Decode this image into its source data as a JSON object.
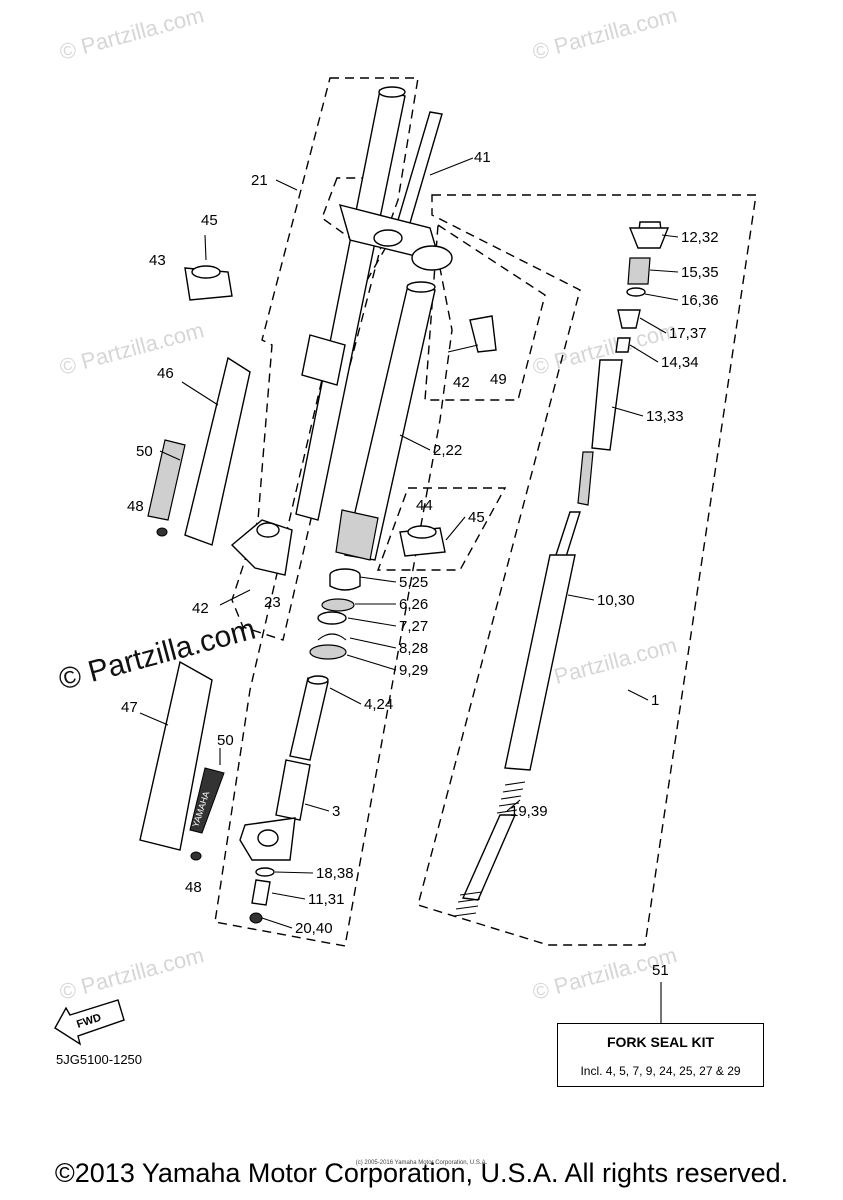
{
  "diagram": {
    "code": "5JG5100-1250",
    "copyright": "©2013 Yamaha Motor Corporation, U.S.A. All rights reserved.",
    "tiny_credit": "(c) 2005-2016 Yamaha Motor Corporation, U.S.A.",
    "watermark": "© Partzilla.com",
    "fwd_label": "FWD",
    "decal_text": "YAMAHA"
  },
  "kit": {
    "number": "51",
    "title": "FORK SEAL KIT",
    "includes": "Incl. 4, 5, 7, 9, 24, 25, 27 & 29"
  },
  "callouts": [
    {
      "id": "c21",
      "text": "21"
    },
    {
      "id": "c41",
      "text": "41"
    },
    {
      "id": "c45a",
      "text": "45"
    },
    {
      "id": "c43",
      "text": "43"
    },
    {
      "id": "c12",
      "text": "12,32"
    },
    {
      "id": "c15",
      "text": "15,35"
    },
    {
      "id": "c16",
      "text": "16,36"
    },
    {
      "id": "c17",
      "text": "17,37"
    },
    {
      "id": "c14",
      "text": "14,34"
    },
    {
      "id": "c42a",
      "text": "42"
    },
    {
      "id": "c49",
      "text": "49"
    },
    {
      "id": "c46",
      "text": "46"
    },
    {
      "id": "c13",
      "text": "13,33"
    },
    {
      "id": "c2",
      "text": "2,22"
    },
    {
      "id": "c50a",
      "text": "50"
    },
    {
      "id": "c44",
      "text": "44"
    },
    {
      "id": "c48a",
      "text": "48"
    },
    {
      "id": "c45b",
      "text": "45"
    },
    {
      "id": "c5",
      "text": "5,25"
    },
    {
      "id": "c23",
      "text": "23"
    },
    {
      "id": "c6",
      "text": "6,26"
    },
    {
      "id": "c10",
      "text": "10,30"
    },
    {
      "id": "c42b",
      "text": "42"
    },
    {
      "id": "c7",
      "text": "7,27"
    },
    {
      "id": "c8",
      "text": "8,28"
    },
    {
      "id": "c9",
      "text": "9,29"
    },
    {
      "id": "c1",
      "text": "1"
    },
    {
      "id": "c4",
      "text": "4,24"
    },
    {
      "id": "c47",
      "text": "47"
    },
    {
      "id": "c50b",
      "text": "50"
    },
    {
      "id": "c3",
      "text": "3"
    },
    {
      "id": "c19",
      "text": "19,39"
    },
    {
      "id": "c18",
      "text": "18,38"
    },
    {
      "id": "c48b",
      "text": "48"
    },
    {
      "id": "c11",
      "text": "11,31"
    },
    {
      "id": "c20",
      "text": "20,40"
    }
  ]
}
